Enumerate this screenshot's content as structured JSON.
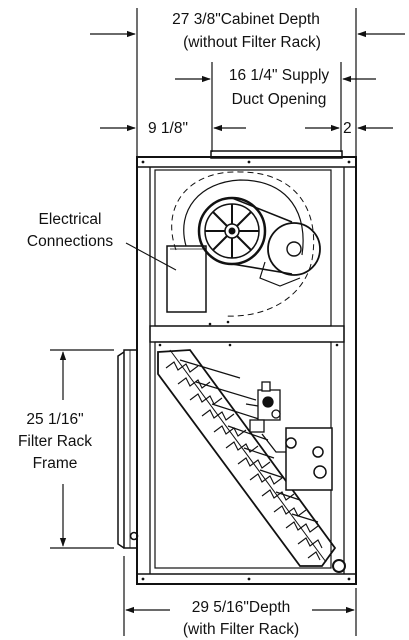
{
  "dimensions": {
    "cabinet_depth": {
      "line1": "27 3/8\"Cabinet Depth",
      "line2": "(without Filter Rack)"
    },
    "supply_duct": {
      "line1": "16 1/4\" Supply",
      "line2": "Duct Opening"
    },
    "left_offset": "9 1/8\"",
    "right_offset": "2",
    "filter_rack_frame": {
      "line1": "25 1/16\"",
      "line2": "Filter Rack",
      "line3": "Frame"
    },
    "depth_with_rack": {
      "line1": "29 5/16\"Depth",
      "line2": "(with Filter  Rack)"
    }
  },
  "labels": {
    "electrical_connections": {
      "line1": "Electrical",
      "line2": "Connections"
    }
  },
  "colors": {
    "line": "#111111",
    "background": "#ffffff"
  }
}
